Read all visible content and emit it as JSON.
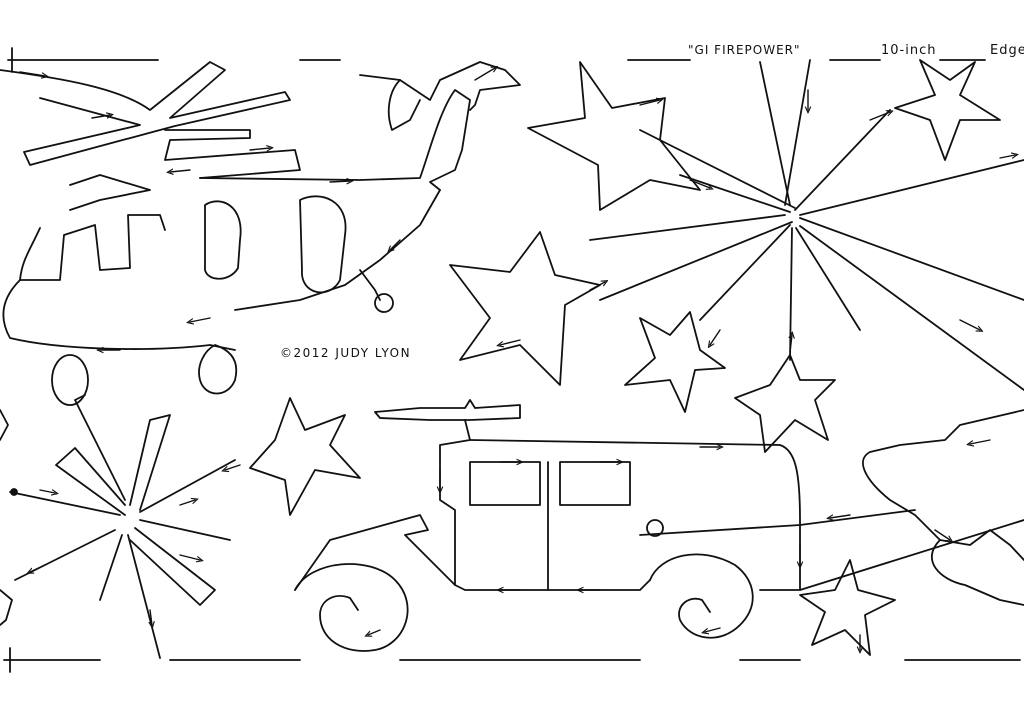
{
  "header": {
    "title": "\"GI FIREPOWER\"",
    "size": "10-inch",
    "edge": "Edge"
  },
  "copyright": "©2012 JUDY LYON",
  "colors": {
    "ink": "#111111",
    "paper": "#ffffff"
  }
}
